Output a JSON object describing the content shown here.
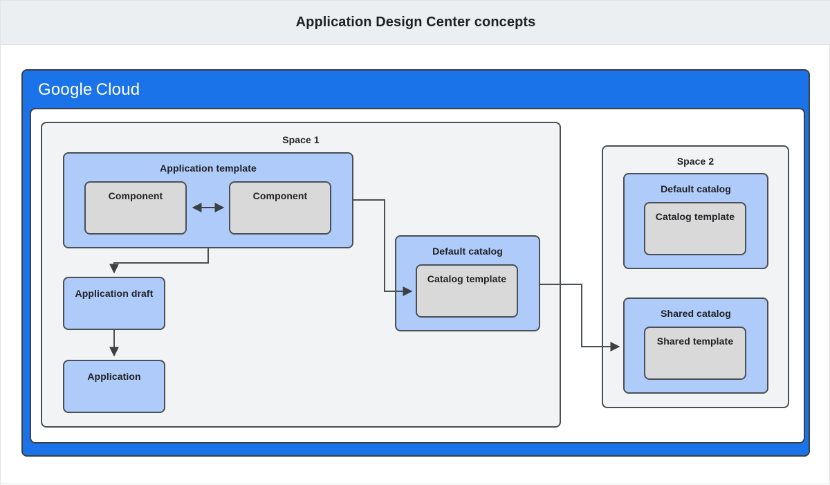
{
  "header": {
    "title": "Application Design Center concepts"
  },
  "cloud": {
    "logo_primary": "Google",
    "logo_secondary": "Cloud"
  },
  "colors": {
    "brand_blue": "#1a73e8",
    "box_blue": "#aecbfa",
    "box_grey": "#d9d9d9",
    "space_grey": "#f1f3f4",
    "stroke": "#4a4f54",
    "header_bg": "#eceff1",
    "text": "#202124"
  },
  "spaces": [
    {
      "id": "space-1",
      "label": "Space 1",
      "groups": [
        {
          "id": "app-template",
          "label": "Application template",
          "children": [
            {
              "id": "component-a",
              "label": "Component"
            },
            {
              "id": "component-b",
              "label": "Component"
            }
          ]
        },
        {
          "id": "default-catalog-1",
          "label": "Default catalog",
          "children": [
            {
              "id": "catalog-template-1",
              "label": "Catalog template"
            }
          ]
        }
      ],
      "nodes": [
        {
          "id": "app-draft",
          "label": "Application draft"
        },
        {
          "id": "application",
          "label": "Application"
        }
      ]
    },
    {
      "id": "space-2",
      "label": "Space 2",
      "groups": [
        {
          "id": "default-catalog-2",
          "label": "Default catalog",
          "children": [
            {
              "id": "catalog-template-2",
              "label": "Catalog template"
            }
          ]
        },
        {
          "id": "shared-catalog",
          "label": "Shared catalog",
          "children": [
            {
              "id": "shared-template",
              "label": "Shared template"
            }
          ]
        }
      ]
    }
  ],
  "connections": [
    {
      "from": "component-a",
      "to": "component-b",
      "kind": "bidirectional"
    },
    {
      "from": "app-template",
      "to": "catalog-template-1",
      "kind": "directed"
    },
    {
      "from": "app-template",
      "to": "app-draft",
      "kind": "directed"
    },
    {
      "from": "app-draft",
      "to": "application",
      "kind": "directed"
    },
    {
      "from": "default-catalog-1",
      "to": "shared-catalog",
      "kind": "directed"
    }
  ]
}
